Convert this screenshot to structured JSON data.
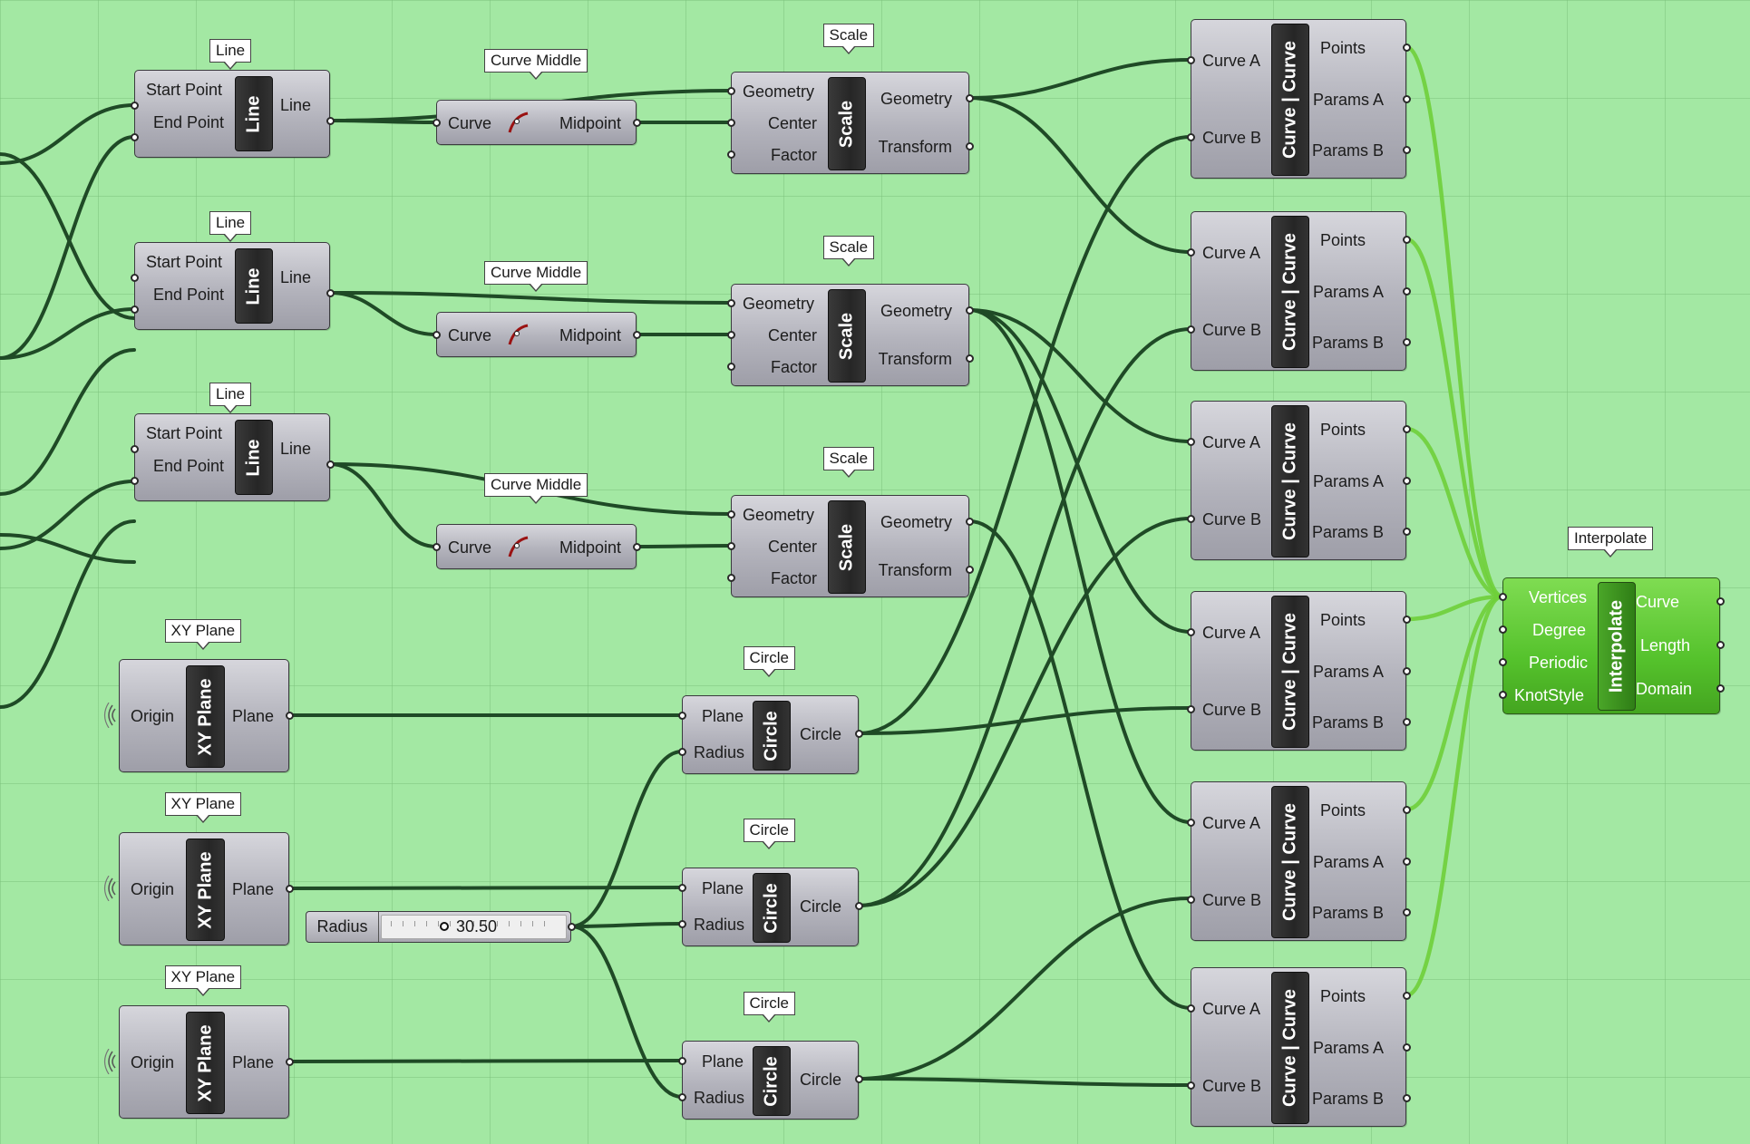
{
  "canvas": {
    "background": "#a3e8a3",
    "wire_color": "#1f4a26",
    "selected_wire_color": "#6fcf3a"
  },
  "line_components": [
    {
      "tag": "Line",
      "inputs": [
        "Start Point",
        "End Point"
      ],
      "core": "Line",
      "outputs": [
        "Line"
      ]
    },
    {
      "tag": "Line",
      "inputs": [
        "Start Point",
        "End Point"
      ],
      "core": "Line",
      "outputs": [
        "Line"
      ]
    },
    {
      "tag": "Line",
      "inputs": [
        "Start Point",
        "End Point"
      ],
      "core": "Line",
      "outputs": [
        "Line"
      ]
    }
  ],
  "curve_middle_components": [
    {
      "tag": "Curve Middle",
      "inputs": [
        "Curve"
      ],
      "icon": "curve-midpoint-icon",
      "outputs": [
        "Midpoint"
      ]
    },
    {
      "tag": "Curve Middle",
      "inputs": [
        "Curve"
      ],
      "icon": "curve-midpoint-icon",
      "outputs": [
        "Midpoint"
      ]
    },
    {
      "tag": "Curve Middle",
      "inputs": [
        "Curve"
      ],
      "icon": "curve-midpoint-icon",
      "outputs": [
        "Midpoint"
      ]
    }
  ],
  "scale_components": [
    {
      "tag": "Scale",
      "inputs": [
        "Geometry",
        "Center",
        "Factor"
      ],
      "core": "Scale",
      "outputs": [
        "Geometry",
        "Transform"
      ]
    },
    {
      "tag": "Scale",
      "inputs": [
        "Geometry",
        "Center",
        "Factor"
      ],
      "core": "Scale",
      "outputs": [
        "Geometry",
        "Transform"
      ]
    },
    {
      "tag": "Scale",
      "inputs": [
        "Geometry",
        "Center",
        "Factor"
      ],
      "core": "Scale",
      "outputs": [
        "Geometry",
        "Transform"
      ]
    }
  ],
  "xy_plane_components": [
    {
      "tag": "XY Plane",
      "inputs": [
        "Origin"
      ],
      "core": "XY Plane",
      "outputs": [
        "Plane"
      ]
    },
    {
      "tag": "XY Plane",
      "inputs": [
        "Origin"
      ],
      "core": "XY Plane",
      "outputs": [
        "Plane"
      ]
    },
    {
      "tag": "XY Plane",
      "inputs": [
        "Origin"
      ],
      "core": "XY Plane",
      "outputs": [
        "Plane"
      ]
    }
  ],
  "circle_components": [
    {
      "tag": "Circle",
      "inputs": [
        "Plane",
        "Radius"
      ],
      "core": "Circle",
      "outputs": [
        "Circle"
      ]
    },
    {
      "tag": "Circle",
      "inputs": [
        "Plane",
        "Radius"
      ],
      "core": "Circle",
      "outputs": [
        "Circle"
      ]
    },
    {
      "tag": "Circle",
      "inputs": [
        "Plane",
        "Radius"
      ],
      "core": "Circle",
      "outputs": [
        "Circle"
      ]
    }
  ],
  "slider": {
    "label": "Radius",
    "value": "30.50"
  },
  "ccx_components": [
    {
      "inputs": [
        "Curve A",
        "Curve B"
      ],
      "core": "Curve | Curve",
      "outputs": [
        "Points",
        "Params A",
        "Params B"
      ]
    },
    {
      "inputs": [
        "Curve A",
        "Curve B"
      ],
      "core": "Curve | Curve",
      "outputs": [
        "Points",
        "Params A",
        "Params B"
      ]
    },
    {
      "inputs": [
        "Curve A",
        "Curve B"
      ],
      "core": "Curve | Curve",
      "outputs": [
        "Points",
        "Params A",
        "Params B"
      ]
    },
    {
      "inputs": [
        "Curve A",
        "Curve B"
      ],
      "core": "Curve | Curve",
      "outputs": [
        "Points",
        "Params A",
        "Params B"
      ]
    },
    {
      "inputs": [
        "Curve A",
        "Curve B"
      ],
      "core": "Curve | Curve",
      "outputs": [
        "Points",
        "Params A",
        "Params B"
      ]
    },
    {
      "inputs": [
        "Curve A",
        "Curve B"
      ],
      "core": "Curve | Curve",
      "outputs": [
        "Points",
        "Params A",
        "Params B"
      ]
    }
  ],
  "interpolate": {
    "tag": "Interpolate",
    "inputs": [
      "Vertices",
      "Degree",
      "Periodic",
      "KnotStyle"
    ],
    "core": "Interpolate",
    "outputs": [
      "Curve",
      "Length",
      "Domain"
    ]
  }
}
